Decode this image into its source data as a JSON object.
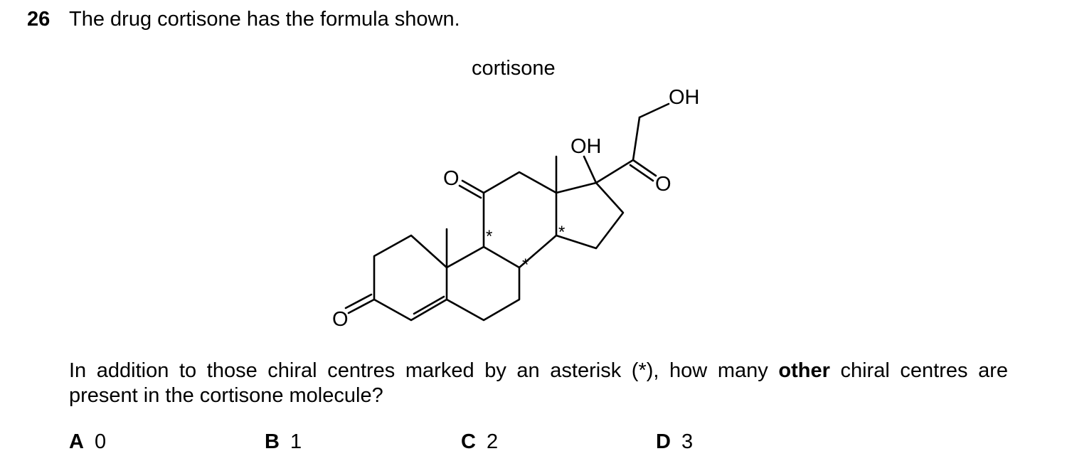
{
  "question": {
    "number": "26",
    "intro": "The drug cortisone has the formula shown.",
    "molecule_caption": "cortisone",
    "stem_part1": "In addition to those chiral centres marked by an asterisk (*), how many ",
    "stem_emphasis": "other",
    "stem_part2": " chiral centres are present in the cortisone molecule?"
  },
  "structure": {
    "atom_labels": {
      "oh_side_chain": "OH",
      "oh_ring": "OH",
      "o_ketone_11": "O",
      "o_ketone_20": "O",
      "o_ketone_3": "O"
    },
    "chiral_marker": "*"
  },
  "options": [
    {
      "letter": "A",
      "value": "0"
    },
    {
      "letter": "B",
      "value": "1"
    },
    {
      "letter": "C",
      "value": "2"
    },
    {
      "letter": "D",
      "value": "3"
    }
  ]
}
